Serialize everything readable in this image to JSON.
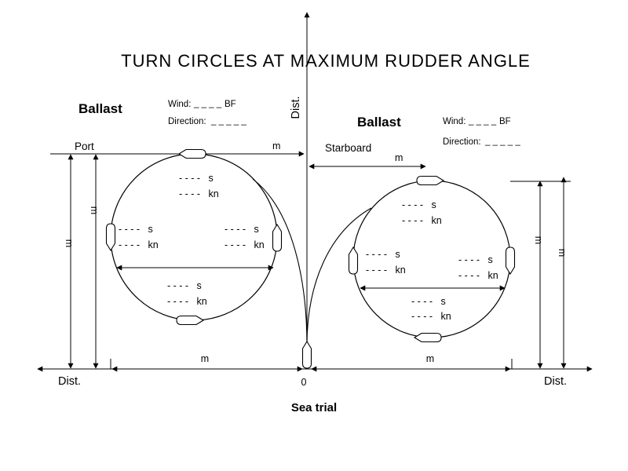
{
  "title": "TURN CIRCLES AT MAXIMUM RUDDER ANGLE",
  "port": {
    "condition": "Ballast",
    "side": "Port",
    "wind_label": "Wind:",
    "wind_value": "_ _ _ _",
    "wind_unit": "BF",
    "direction_label": "Direction:",
    "direction_value": "_ _ _ _ _"
  },
  "starboard": {
    "condition": "Ballast",
    "side": "Starboard",
    "wind_label": "Wind:",
    "wind_value": "_ _ _ _",
    "wind_unit": "BF",
    "direction_label": "Direction:",
    "direction_value": "_ _ _ _ _"
  },
  "axis": {
    "vertical": "Dist.",
    "bottom_left": "Dist.",
    "bottom_right": "Dist.",
    "origin": "0"
  },
  "dims": {
    "m": "m"
  },
  "blank": {
    "time_s": "- - - -   s",
    "speed_kn": "- - - -   kn"
  },
  "caption": "Sea trial",
  "colors": {
    "ink": "#000000",
    "background": "#ffffff"
  }
}
